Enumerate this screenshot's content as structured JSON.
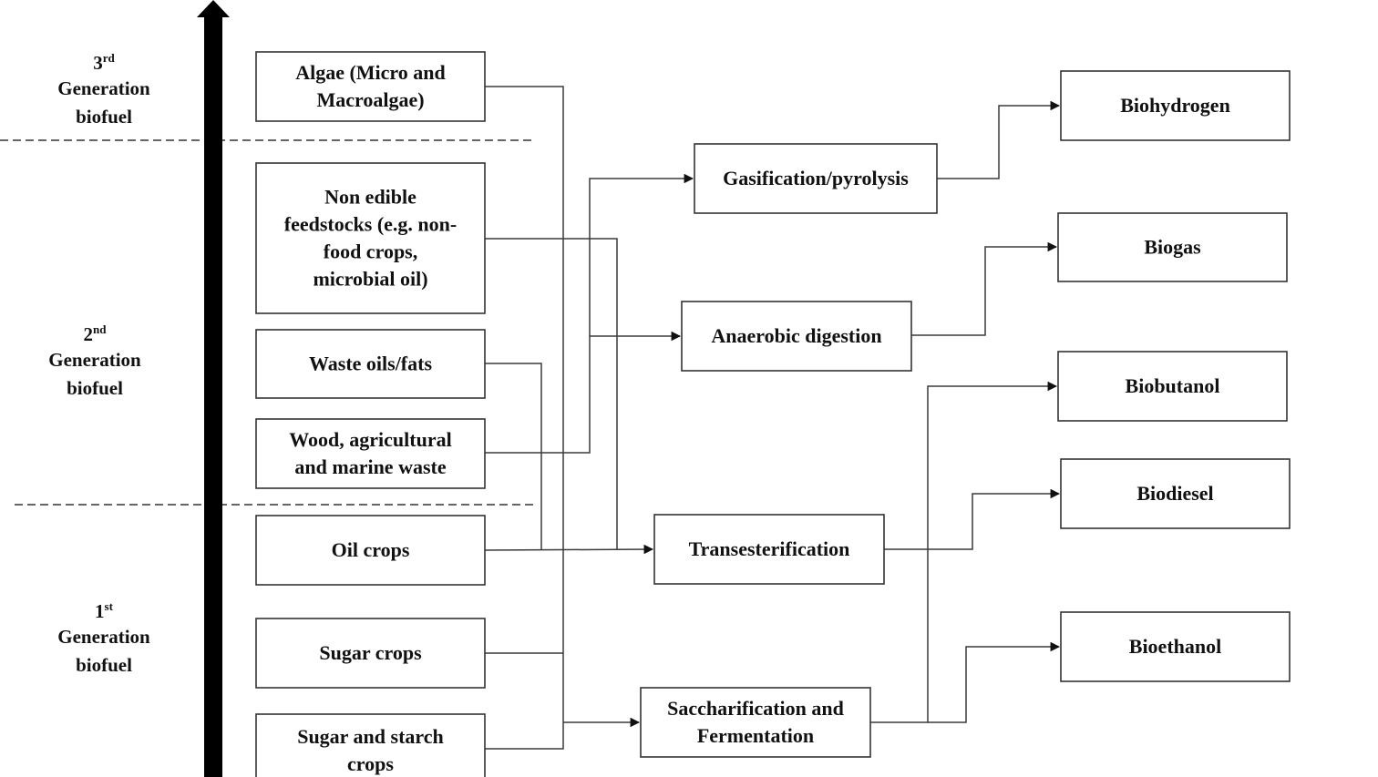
{
  "diagram": {
    "type": "flowchart",
    "description": "Biofuel generations, feedstocks, conversion processes and products",
    "axis_arrow": {
      "direction": "up",
      "meaning": "generation progression"
    },
    "generations": [
      {
        "id": "gen3",
        "number": "3",
        "suffix": "rd",
        "lines": [
          "Generation",
          "biofuel"
        ]
      },
      {
        "id": "gen2",
        "number": "2",
        "suffix": "nd",
        "lines": [
          "Generation",
          "biofuel"
        ]
      },
      {
        "id": "gen1",
        "number": "1",
        "suffix": "st",
        "lines": [
          "Generation",
          "biofuel"
        ]
      }
    ],
    "feedstocks": [
      {
        "id": "algae",
        "generation": "gen3",
        "lines": [
          "Algae (Micro  and",
          "Macroalgae)"
        ]
      },
      {
        "id": "nonedible",
        "generation": "gen2",
        "lines": [
          "Non edible",
          "feedstocks (e.g. non-",
          "food crops,",
          "microbial  oil)"
        ]
      },
      {
        "id": "waste_oils",
        "generation": "gen2",
        "lines": [
          "Waste oils/fats"
        ]
      },
      {
        "id": "wood",
        "generation": "gen2",
        "lines": [
          "Wood, agricultural",
          "and marine waste"
        ]
      },
      {
        "id": "oil_crops",
        "generation": "gen1",
        "lines": [
          "Oil  crops"
        ]
      },
      {
        "id": "sugar_crops",
        "generation": "gen1",
        "lines": [
          "Sugar crops"
        ]
      },
      {
        "id": "sugar_starch",
        "generation": "gen1",
        "lines": [
          "Sugar and starch",
          "crops"
        ]
      }
    ],
    "processes": [
      {
        "id": "gasification",
        "lines": [
          "Gasification/pyrolysis"
        ]
      },
      {
        "id": "anaerobic",
        "lines": [
          "Anaerobic  digestion"
        ]
      },
      {
        "id": "transesterification",
        "lines": [
          "Transesterification"
        ]
      },
      {
        "id": "saccharification",
        "lines": [
          "Saccharification  and",
          "Fermentation"
        ]
      }
    ],
    "products": [
      {
        "id": "biohydrogen",
        "lines": [
          "Biohydrogen"
        ]
      },
      {
        "id": "biogas",
        "lines": [
          "Biogas"
        ]
      },
      {
        "id": "biobutanol",
        "lines": [
          "Biobutanol"
        ]
      },
      {
        "id": "biodiesel",
        "lines": [
          "Biodiesel"
        ]
      },
      {
        "id": "bioethanol",
        "lines": [
          "Bioethanol"
        ]
      }
    ],
    "edges": [
      {
        "from": "wood",
        "to": "gasification"
      },
      {
        "from": "wood",
        "to": "anaerobic"
      },
      {
        "from": "nonedible",
        "to": "transesterification"
      },
      {
        "from": "waste_oils",
        "to": "transesterification"
      },
      {
        "from": "oil_crops",
        "to": "transesterification"
      },
      {
        "from": "algae",
        "to": "saccharification"
      },
      {
        "from": "sugar_crops",
        "to": "saccharification"
      },
      {
        "from": "sugar_starch",
        "to": "saccharification"
      },
      {
        "from": "gasification",
        "to": "biohydrogen"
      },
      {
        "from": "anaerobic",
        "to": "biogas"
      },
      {
        "from": "transesterification",
        "to": "biodiesel"
      },
      {
        "from": "saccharification",
        "to": "biobutanol"
      },
      {
        "from": "saccharification",
        "to": "bioethanol"
      }
    ]
  }
}
